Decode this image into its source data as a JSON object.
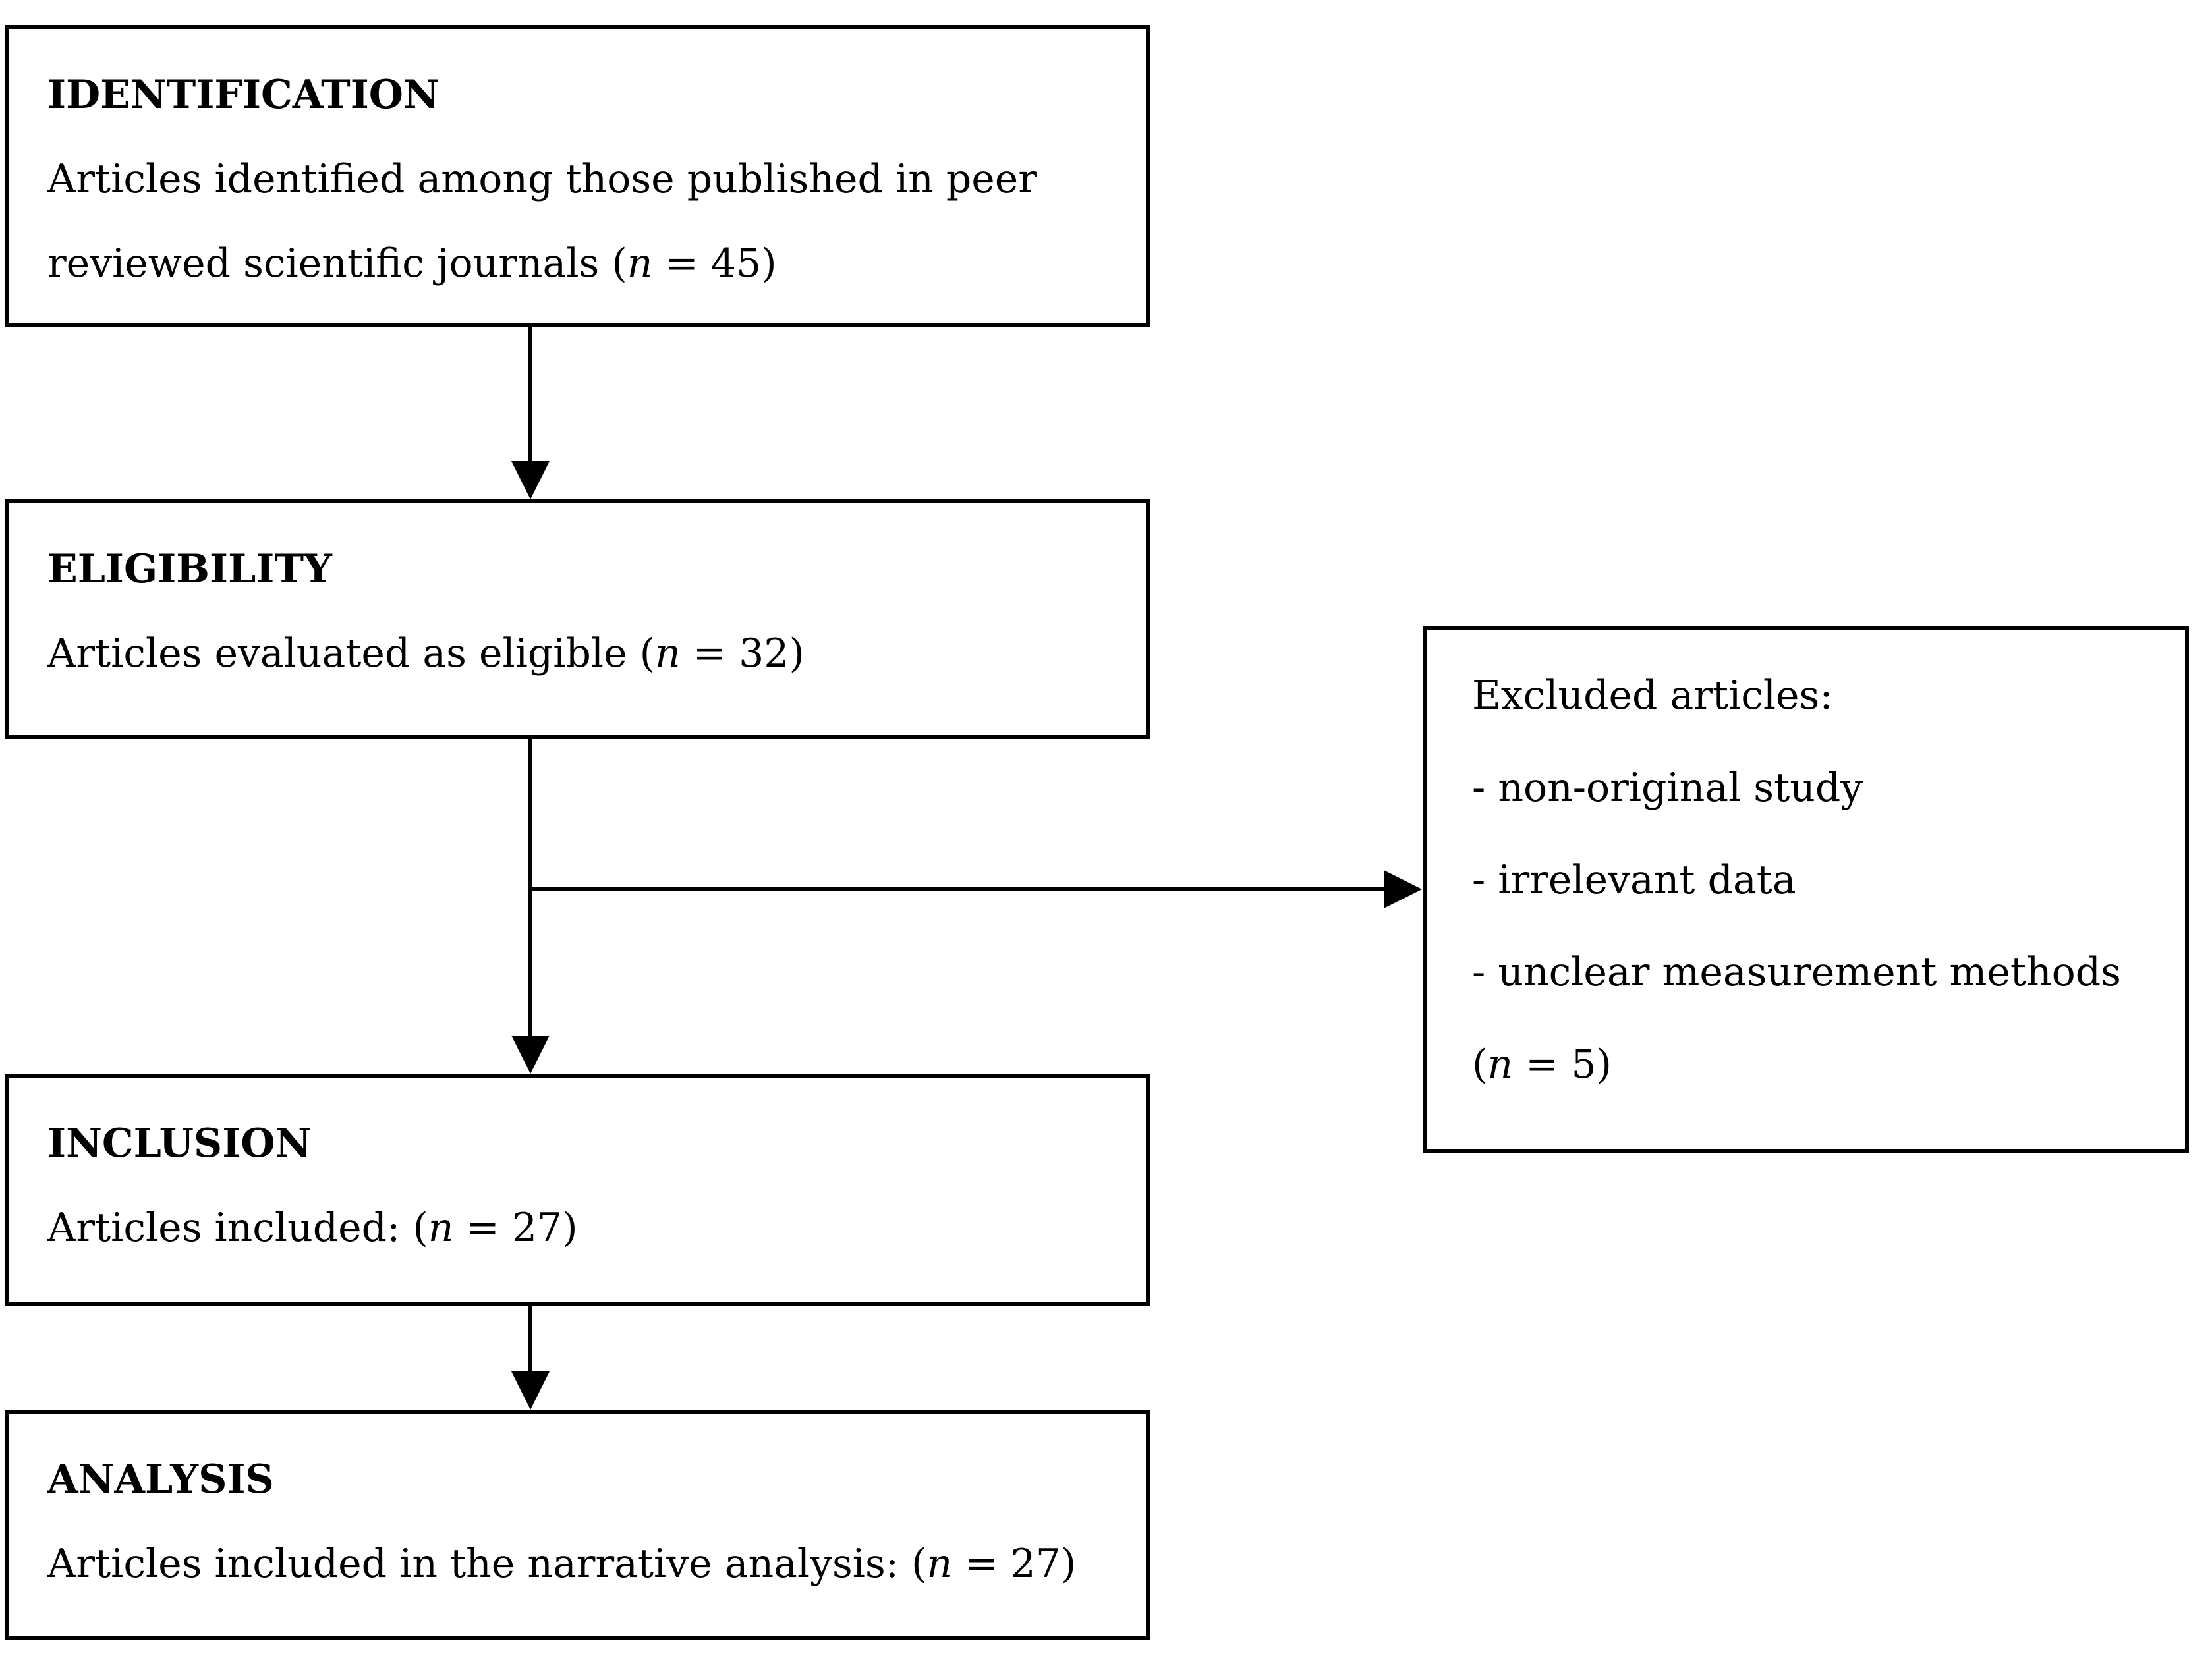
{
  "colors": {
    "background": "#ffffff",
    "line_and_text": "#000000"
  },
  "boxes": {
    "identification": {
      "title": "IDENTIFICATION",
      "lines": [
        {
          "text": "Articles identified among those published in peer"
        },
        {
          "before": "reviewed scientific journals (",
          "n": "n",
          "after": " = 45)"
        }
      ]
    },
    "eligibility": {
      "title": "ELIGIBILITY",
      "lines": [
        {
          "before": "Articles evaluated as eligible (",
          "n": "n",
          "after": " = 32)"
        }
      ]
    },
    "excluded": {
      "lines": [
        {
          "text": "Excluded articles:"
        },
        {
          "text": "- non-original study"
        },
        {
          "text": "- irrelevant data"
        },
        {
          "text": "- unclear measurement methods"
        },
        {
          "before": "(",
          "n": "n",
          "after": " = 5)"
        }
      ]
    },
    "inclusion": {
      "title": "INCLUSION",
      "lines": [
        {
          "before": "Articles included: (",
          "n": "n",
          "after": " = 27)"
        }
      ]
    },
    "analysis": {
      "title": "ANALYSIS",
      "lines": [
        {
          "before": "Articles included in the narrative analysis: (",
          "n": "n",
          "after": " = 27)"
        }
      ]
    }
  }
}
